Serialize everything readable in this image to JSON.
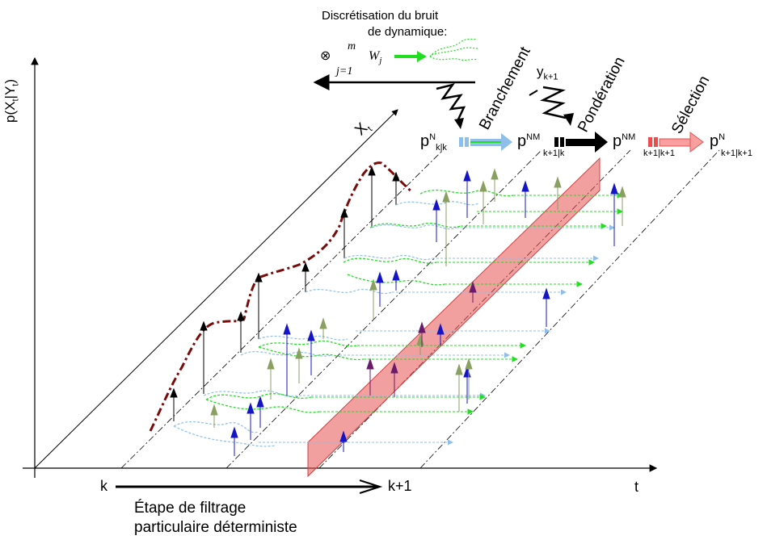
{
  "title_lines": [
    "Discrétisation du bruit",
    "de dynamique:"
  ],
  "product_formula": {
    "operator": "⊗",
    "upper": "m",
    "lower": "j=1",
    "term": "W",
    "term_sub": "j"
  },
  "axes": {
    "y_label": "p(X",
    "y_label_sub": "t",
    "y_label_mid": "|Y",
    "y_label_sub2": "t",
    "y_label_end": ")",
    "x_label": "t",
    "depth_label": "X",
    "depth_label_sub": "t"
  },
  "time_marks": {
    "start": "k",
    "end": "k+1"
  },
  "bottom_caption": [
    "Étape de filtrage",
    "particulaire déterministe"
  ],
  "steps": {
    "branching": "Branchement",
    "weighting": "Pondération",
    "selection": "Sélection"
  },
  "observation": {
    "label": "y",
    "sub": "k+1"
  },
  "distributions": {
    "d1": {
      "base": "p",
      "sup": "N",
      "sub": "k|k"
    },
    "d2": {
      "base": "p",
      "sup": "NM",
      "sub": "k+1|k"
    },
    "d3": {
      "base": "p",
      "sup": "NM",
      "sub": "k+1|k+1"
    },
    "d4": {
      "base": "p",
      "sup": "N",
      "sub": "k+1|k+1"
    }
  },
  "colors": {
    "axis": "#000000",
    "density_curve": "#7a0b0b",
    "light_blue": "#8fbfe8",
    "green": "#22dd22",
    "blue": "#1515c8",
    "olive": "#8aa060",
    "purple": "#6a1a6a",
    "red_band": "#e85050"
  }
}
